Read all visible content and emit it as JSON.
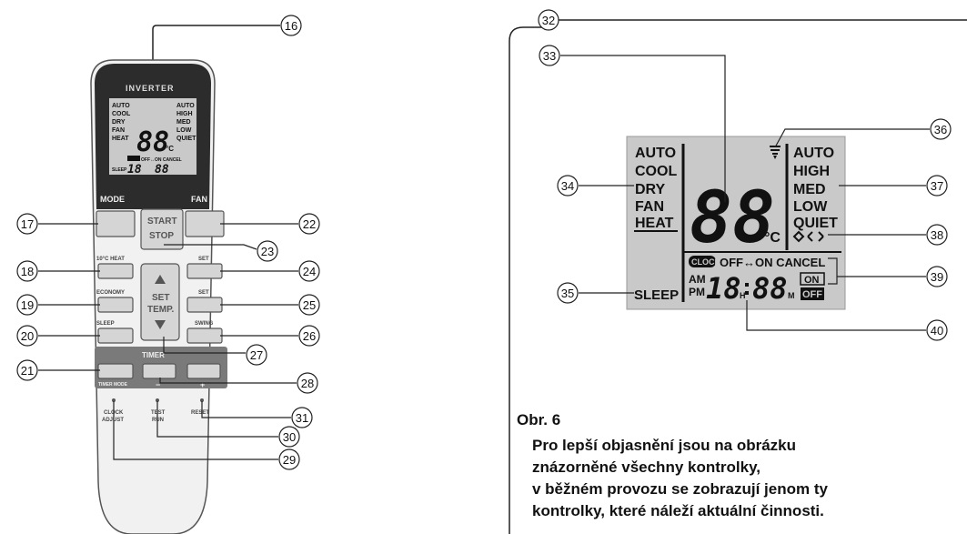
{
  "remote": {
    "brand": "INVERTER",
    "mode_label": "MODE",
    "fan_label": "FAN",
    "start_label": "START",
    "stop_label": "STOP",
    "heat10_label": "10°C HEAT",
    "economy_label": "ECONOMY",
    "sleep_label": "SLEEP",
    "set_temp_line1": "SET",
    "set_temp_line2": "TEMP.",
    "vset_label": "SET",
    "hset_label": "SET",
    "swing_label": "SWING",
    "timer_label": "TIMER",
    "timer_mode_label": "TIMER MODE",
    "minus_label": "−",
    "plus_label": "+",
    "clock_adjust_line1": "CLOCK",
    "clock_adjust_line2": "ADJUST",
    "test_run_line1": "TEST",
    "test_run_line2": "RUN",
    "reset_label": "RESET"
  },
  "display": {
    "modes": [
      "AUTO",
      "COOL",
      "DRY",
      "FAN",
      "HEAT"
    ],
    "fan_speeds": [
      "AUTO",
      "HIGH",
      "MED",
      "LOW",
      "QUIET"
    ],
    "temp_digits": "88",
    "temp_unit": "°C",
    "sleep_label": "SLEEP",
    "clock_badge": "CLOCK",
    "timer_text": "OFF↔ON CANCEL",
    "am": "AM",
    "pm": "PM",
    "time_hours": "18",
    "h_suffix": "H",
    "time_minutes": "88",
    "m_suffix": "M",
    "on_badge": "ON",
    "off_badge": "OFF"
  },
  "callouts": {
    "c16": "16",
    "c17": "17",
    "c18": "18",
    "c19": "19",
    "c20": "20",
    "c21": "21",
    "c22": "22",
    "c23": "23",
    "c24": "24",
    "c25": "25",
    "c26": "26",
    "c27": "27",
    "c28": "28",
    "c29": "29",
    "c30": "30",
    "c31": "31",
    "c32": "32",
    "c33": "33",
    "c34": "34",
    "c35": "35",
    "c36": "36",
    "c37": "37",
    "c38": "38",
    "c39": "39",
    "c40": "40"
  },
  "caption": {
    "figure": "Obr. 6",
    "line1": "Pro lepší objasnění jsou na obrázku",
    "line2": "znázorněné všechny kontrolky,",
    "line3": "v běžném provozu se zobrazují jenom ty",
    "line4": "kontrolky, které náleží aktuální činnosti."
  },
  "colors": {
    "remote_body": "#f1f1f1",
    "remote_top": "#2c2c2c",
    "lcd_bg": "#c9c9c9",
    "button_face": "#d5d5d5",
    "timer_panel": "#7a7a7a",
    "text_dark": "#111111"
  }
}
